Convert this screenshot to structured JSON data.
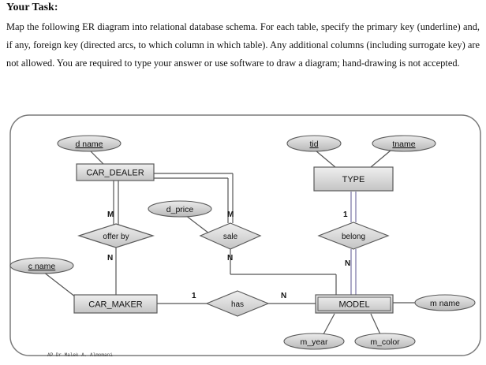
{
  "task": {
    "heading": "Your Task:",
    "body": "Map the following ER diagram into relational database schema. For each table, specify the primary key (underline) and, if any, foreign key (directed arcs, to which column in which table). Any additional columns (including surrogate key) are not allowed. You are required to type your answer or use software to draw a diagram; hand-drawing is not accepted."
  },
  "diagram": {
    "entities": {
      "car_dealer": "CAR_DEALER",
      "car_maker": "CAR_MAKER",
      "type": "TYPE",
      "model": "MODEL"
    },
    "relationships": {
      "offer_by": "offer by",
      "sale": "sale",
      "belong": "belong",
      "has": "has"
    },
    "attributes": {
      "d_name": "d name",
      "d_price": "d_price",
      "c_name": "c name",
      "tid": "tid",
      "tname": "tname",
      "m_name": "m name",
      "m_year": "m_year",
      "m_color": "m_color"
    },
    "cardinalities": {
      "offer_by_dealer": "M",
      "offer_by_maker": "N",
      "sale_dealer": "M",
      "sale_model": "N",
      "belong_type": "1",
      "belong_model": "N",
      "has_maker": "1",
      "has_model": "N"
    },
    "watermark": "AP Dr Malek A. Almomani"
  }
}
